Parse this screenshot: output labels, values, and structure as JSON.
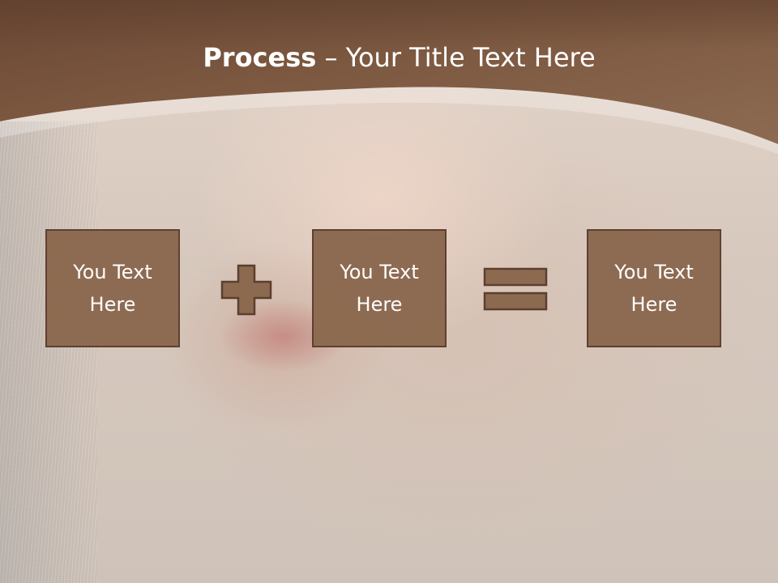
{
  "slide": {
    "title_bold": "Process",
    "title_rest": " – Your Title Text Here",
    "boxes": [
      {
        "text": "You Text\nHere"
      },
      {
        "text": "You Text\nHere"
      },
      {
        "text": "You Text\nHere"
      }
    ],
    "operators": [
      "plus-sign",
      "equals-sign"
    ]
  },
  "colors": {
    "header_brown": "#6b4a35",
    "box_fill": "#8c6a50",
    "box_border": "#5b3f2e",
    "text": "#ffffff"
  }
}
